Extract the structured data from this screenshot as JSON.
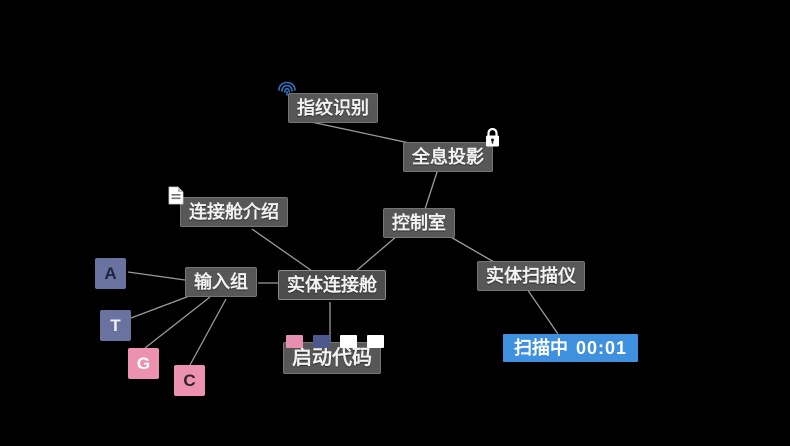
{
  "app": {
    "background_color": "#000000",
    "edge_color": "#9a9a9a",
    "node_color": "#575757",
    "node_text_color": "#f2f2f2"
  },
  "nodes": {
    "fingerprint": {
      "label": "指纹识别",
      "icon": "fingerprint-icon",
      "icon_color": "#2f72c2"
    },
    "hologram": {
      "label": "全息投影",
      "icon": "lock-icon",
      "icon_color": "#ffffff"
    },
    "pod_intro": {
      "label": "连接舱介绍",
      "icon": "document-icon",
      "icon_color": "#ffffff"
    },
    "control_room": {
      "label": "控制室"
    },
    "input_group": {
      "label": "输入组"
    },
    "pod": {
      "label": "实体连接舱"
    },
    "scanner": {
      "label": "实体扫描仪"
    },
    "boot_code": {
      "label": "启动代码",
      "chip_colors": [
        "#e78fae",
        "#4d588c",
        "#ffffff",
        "#ffffff"
      ]
    }
  },
  "dna_letters": [
    {
      "label": "A",
      "box_color": "#6a73a0",
      "text_color": "#1e2540"
    },
    {
      "label": "T",
      "box_color": "#6a73a0",
      "text_color": "#eef1f9"
    },
    {
      "label": "G",
      "box_color": "#ec92b0",
      "text_color": "#ffffff"
    },
    {
      "label": "C",
      "box_color": "#ec92b0",
      "text_color": "#32222b"
    }
  ],
  "scan_badge": {
    "label": "扫描中",
    "time": "00:01",
    "color": "#3f90de"
  }
}
